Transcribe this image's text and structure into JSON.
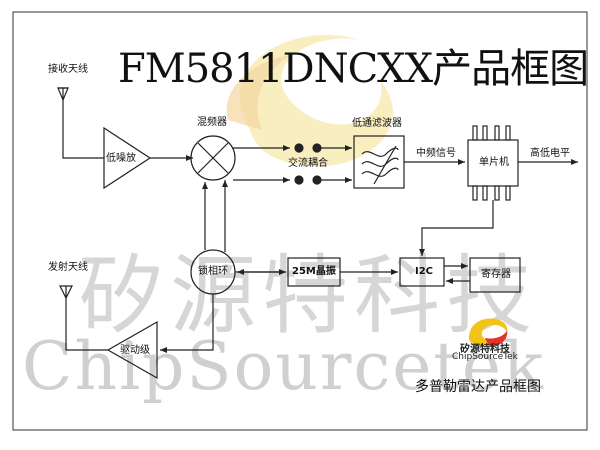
{
  "title": "FM5811DNCXX产品框图",
  "caption": "多普勒雷达产品框图",
  "watermark": {
    "cn": "矽源特科技",
    "latin": "ChipSourcetek"
  },
  "logo": {
    "cn": "矽源特科技",
    "en": "ChipSourceTek"
  },
  "blocks": {
    "rx_antenna": "接收天线",
    "tx_antenna": "发射天线",
    "lna": "低噪放",
    "mixer": "混频器",
    "coupling": "交流耦合",
    "lpf": "低通滤波器",
    "if_signal": "中频信号",
    "mcu": "单片机",
    "output": "高低电平",
    "pll": "锁相环",
    "crystal": "25M晶振",
    "i2c": "I2C",
    "register": "寄存器",
    "driver": "驱动级"
  },
  "colors": {
    "line": "#222222",
    "watermark": "#d4d4d4",
    "logo_yellow": "#f2c418",
    "logo_red": "#e2352a",
    "title_swoosh": "#f6e7a6"
  }
}
